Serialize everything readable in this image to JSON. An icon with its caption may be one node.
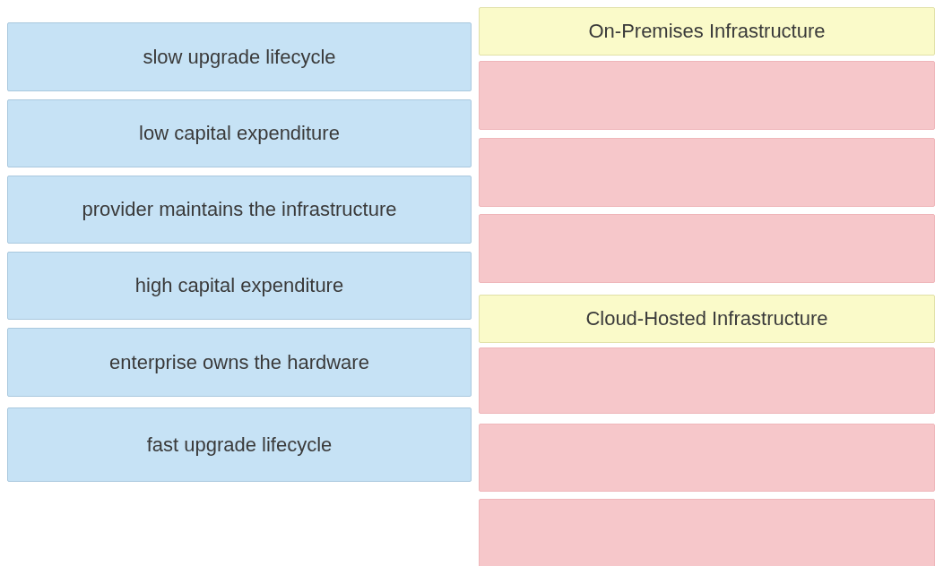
{
  "diagram": {
    "nodes": [
      {
        "text": [
          "slow upgrade lifecycle"
        ]
      },
      {
        "text": [
          "low capital expenditure"
        ]
      },
      {
        "text": [
          "provider maintains the infrastructure"
        ]
      },
      {
        "text": [
          "high capital expenditure"
        ]
      },
      {
        "text": [
          "enterprise owns the hardware"
        ]
      },
      {
        "text": [
          "fast upgrade lifecycle"
        ]
      },
      {
        "text": [
          "On-Premises Infrastructure"
        ]
      },
      {
        "text": [],
        "shape": "box"
      },
      {
        "text": [],
        "shape": "box"
      },
      {
        "text": [],
        "shape": "box"
      },
      {
        "text": [
          "Cloud-Hosted Infrastructure"
        ]
      },
      {
        "text": [],
        "shape": "box"
      },
      {
        "text": [],
        "shape": "box"
      },
      {
        "text": [],
        "shape": "box"
      }
    ]
  }
}
